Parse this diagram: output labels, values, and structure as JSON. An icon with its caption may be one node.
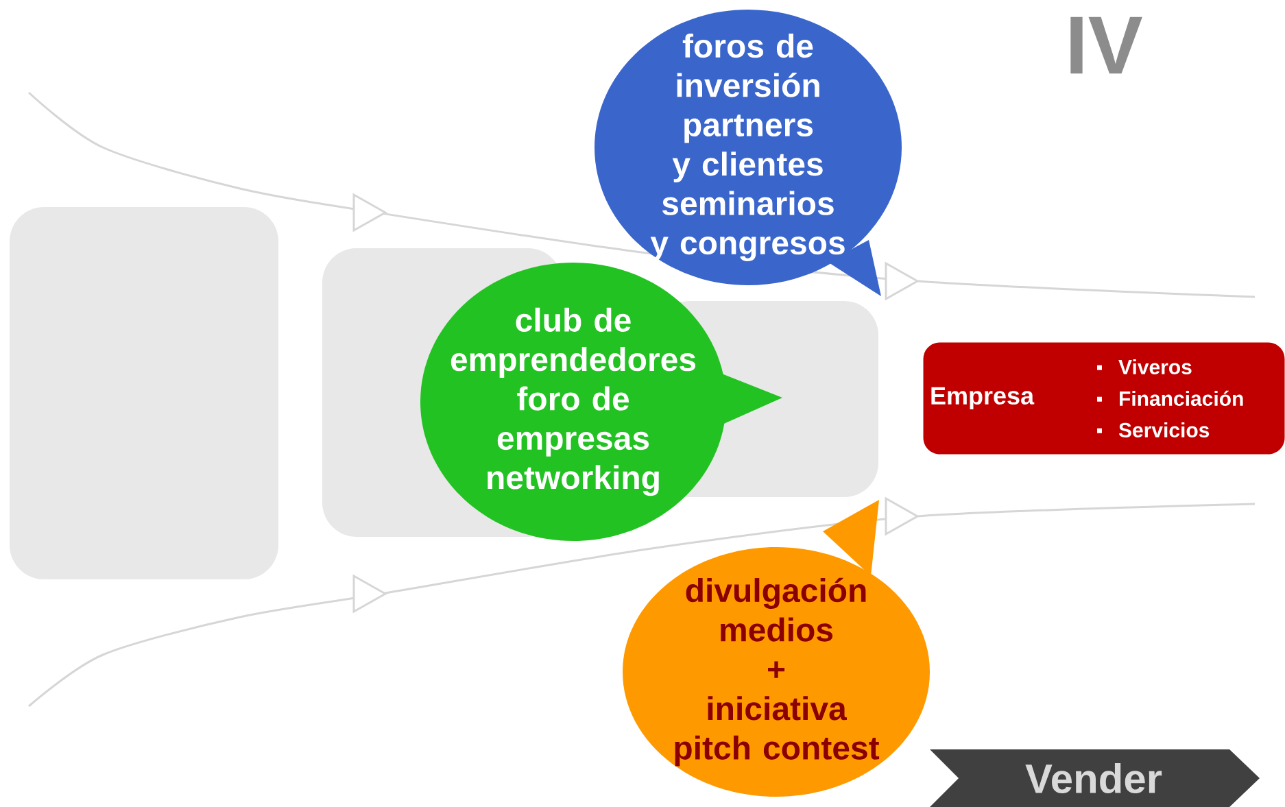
{
  "diagram": {
    "nodes": [
      {
        "text": [
          "foros de inversión",
          "partners y clientes",
          "seminarios y congresos"
        ]
      },
      {
        "text": [
          "club de emprendedores",
          "foro de empresas",
          "networking"
        ]
      },
      {
        "text": [
          "divulgación medios",
          "+",
          "iniciativa pitch contest"
        ]
      },
      {
        "text": [
          "Empresa",
          "Viveros",
          "Financiación",
          "Servicios"
        ]
      },
      {
        "text": [
          "Vender"
        ]
      }
    ],
    "labels": [
      "IV"
    ]
  }
}
